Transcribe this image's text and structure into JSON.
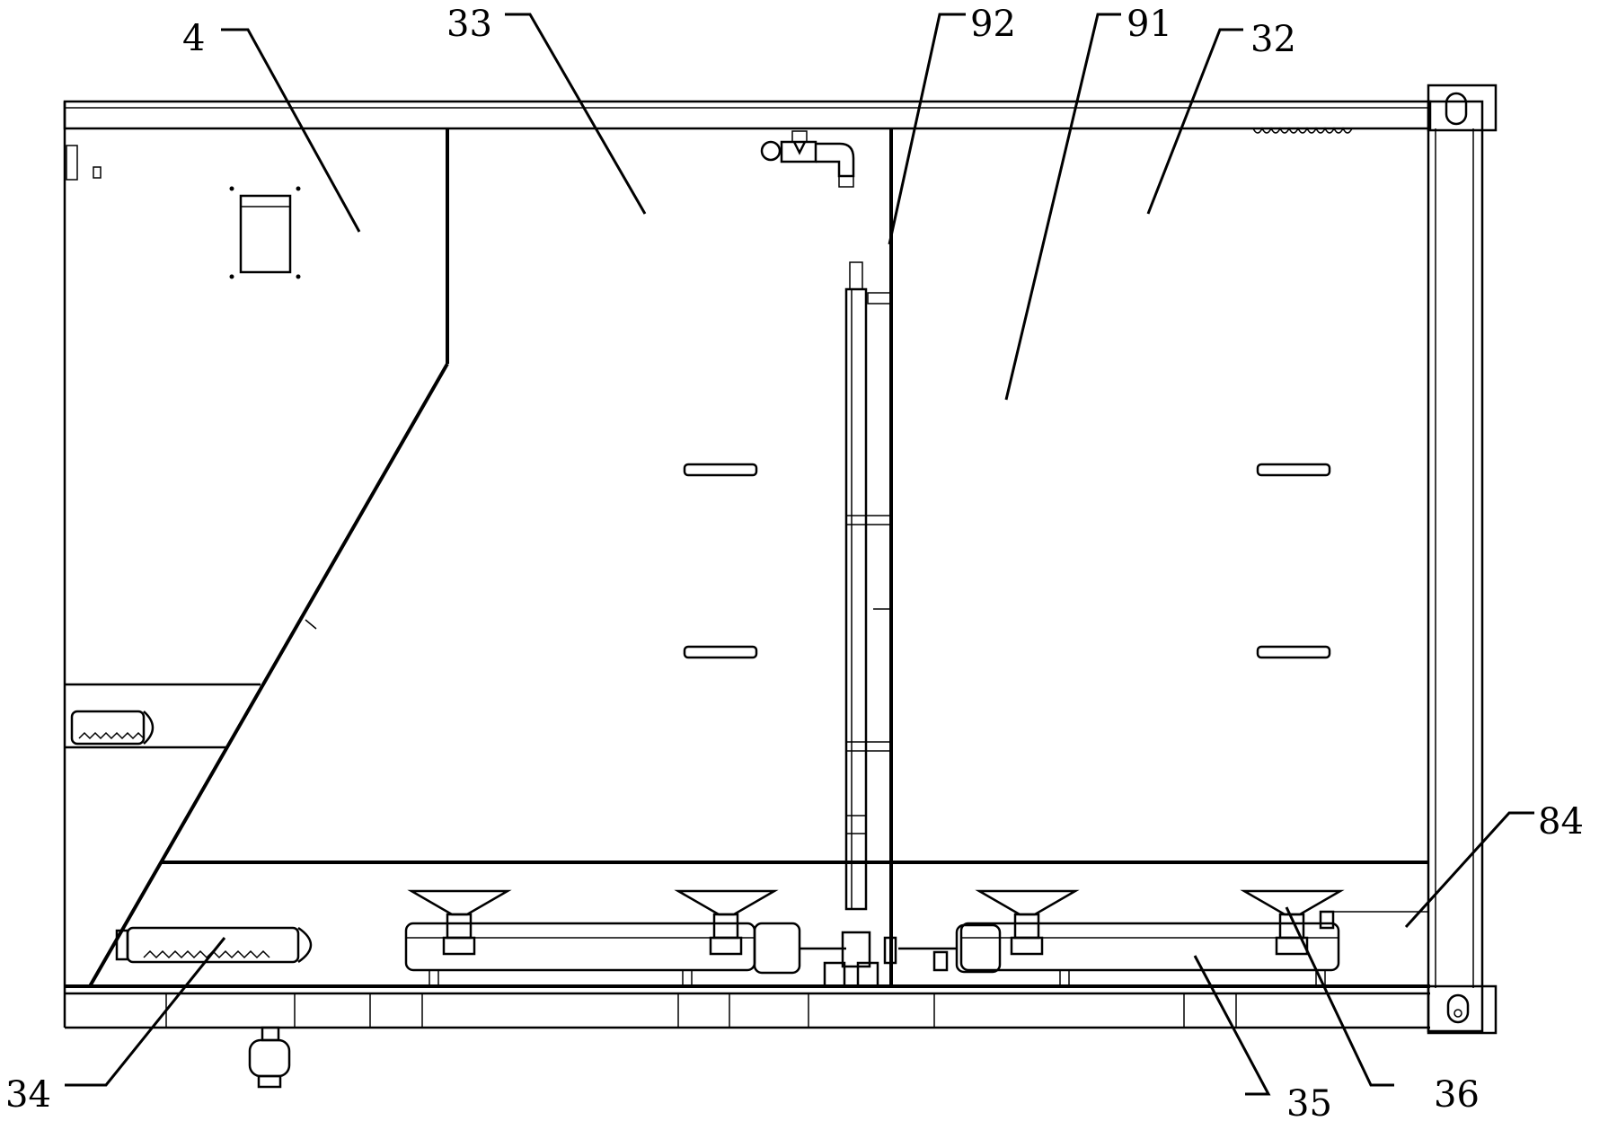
{
  "reference_numerals": {
    "part_4": "4",
    "part_33": "33",
    "part_92": "92",
    "part_91": "91",
    "part_32": "32",
    "part_84": "84",
    "part_34": "34",
    "part_35": "35",
    "part_36": "36"
  },
  "colors": {
    "ink": "#000000",
    "paper": "#ffffff"
  }
}
